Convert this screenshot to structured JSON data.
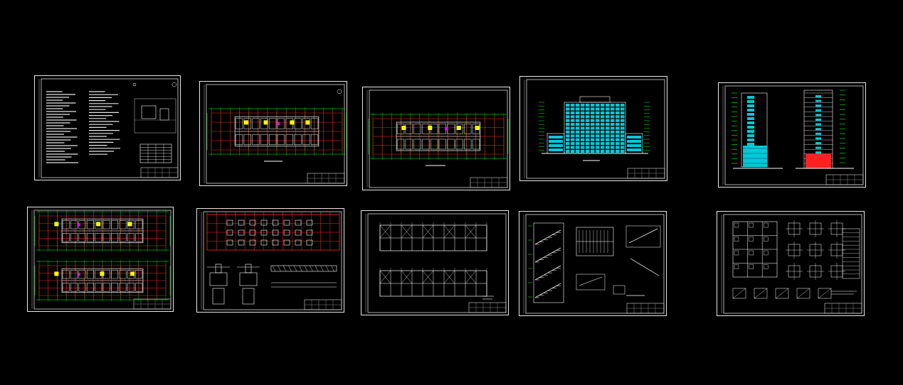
{
  "viewport": {
    "background": "#000000",
    "sheet_count": 10
  },
  "colors": {
    "frame": "#e8e8e8",
    "line_white": "#ffffff",
    "line_green": "#00ff00",
    "line_red": "#ff2020",
    "line_cyan": "#00ffff",
    "line_yellow": "#ffff00",
    "line_magenta": "#ff00ff",
    "glass_cyan": "#00c8d8"
  },
  "sheets": [
    {
      "id": "sheet-01",
      "kind": "design-notes",
      "row": 1,
      "col": 1
    },
    {
      "id": "sheet-02",
      "kind": "floor-plan",
      "row": 1,
      "col": 2
    },
    {
      "id": "sheet-03",
      "kind": "floor-plan",
      "row": 1,
      "col": 3
    },
    {
      "id": "sheet-04",
      "kind": "front-elevation",
      "row": 1,
      "col": 4
    },
    {
      "id": "sheet-05",
      "kind": "side-elevation-section",
      "row": 1,
      "col": 5
    },
    {
      "id": "sheet-06",
      "kind": "double-floor-plan",
      "row": 2,
      "col": 1
    },
    {
      "id": "sheet-07",
      "kind": "foundation-plan",
      "row": 2,
      "col": 2
    },
    {
      "id": "sheet-08",
      "kind": "structural-layout",
      "row": 2,
      "col": 3
    },
    {
      "id": "sheet-09",
      "kind": "stair-detail",
      "row": 2,
      "col": 4
    },
    {
      "id": "sheet-10",
      "kind": "node-details",
      "row": 2,
      "col": 5
    }
  ]
}
